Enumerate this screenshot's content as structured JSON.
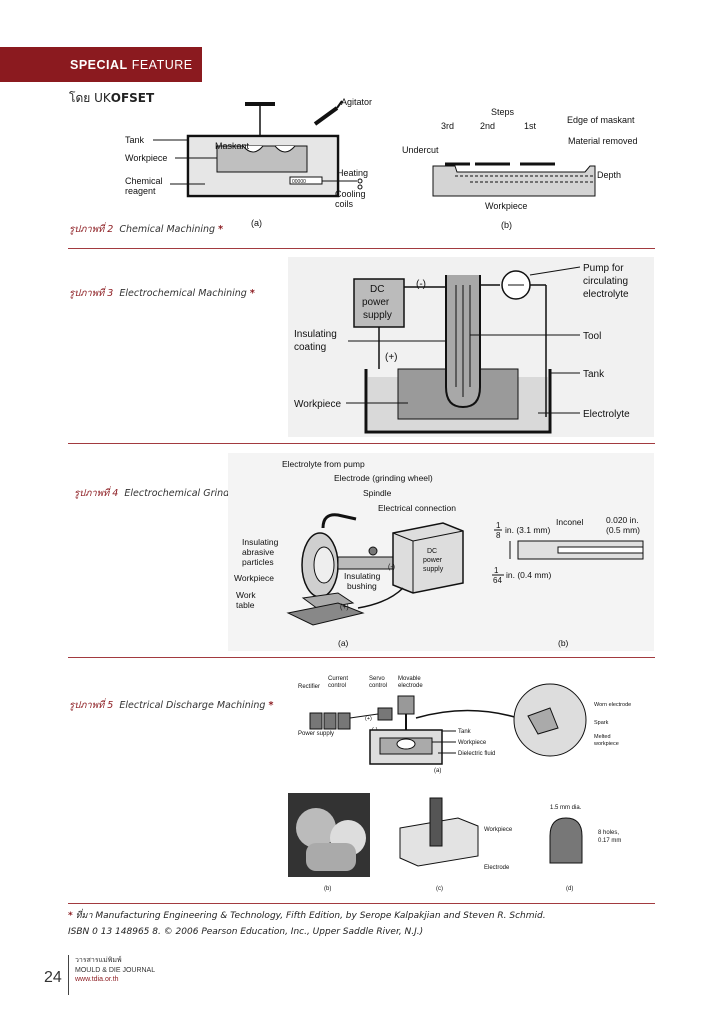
{
  "header": {
    "section_bold": "SPECIAL",
    "section_rest": "FEATURE"
  },
  "author": {
    "prefix": "โดย",
    "name_a": "UK",
    "name_b": "OFSET"
  },
  "fig2": {
    "caption_th": "รูปภาพที่ 2",
    "caption_en": "Chemical Machining",
    "star": "*",
    "labels": {
      "agitator": "Agitator",
      "tank": "Tank",
      "maskant": "Maskant",
      "workpiece": "Workpiece",
      "chemical": "Chemical",
      "reagent": "reagent",
      "heating": "Heating",
      "cooling": "Cooling",
      "coils": "coils",
      "a": "(a)",
      "steps": "Steps",
      "s3": "3rd",
      "s2": "2nd",
      "s1": "1st",
      "edge": "Edge of maskant",
      "undercut": "Undercut",
      "removed": "Material removed",
      "depth": "Depth",
      "workpiece_b": "Workpiece",
      "b": "(b)"
    }
  },
  "fig3": {
    "caption_th": "รูปภาพที่ 3",
    "caption_en": "Electrochemical Machining",
    "star": "*",
    "labels": {
      "dc1": "DC",
      "dc2": "power",
      "dc3": "supply",
      "minus": "(-)",
      "plus": "(+)",
      "pump1": "Pump for",
      "pump2": "circulating",
      "pump3": "electrolyte",
      "ins1": "Insulating",
      "ins2": "coating",
      "tool": "Tool",
      "tank": "Tank",
      "workpiece": "Workpiece",
      "electrolyte": "Electrolyte"
    }
  },
  "fig4": {
    "caption_th": "รูปภาพที่ 4",
    "caption_en": "Electrochemical Grinding",
    "star": "*",
    "labels": {
      "efp": "Electrolyte from pump",
      "electrode": "Electrode (grinding wheel)",
      "spindle": "Spindle",
      "econn": "Electrical connection",
      "ia1": "Insulating",
      "ia2": "abrasive",
      "ia3": "particles",
      "workpiece": "Workpiece",
      "wt1": "Work",
      "wt2": "table",
      "ib1": "Insulating",
      "ib2": "bushing",
      "dc1": "DC",
      "dc2": "power",
      "dc3": "supply",
      "minus": "(-)",
      "plus": "(+)",
      "a": "(a)",
      "inconel": "Inconel",
      "in1": "0.020 in.",
      "in2": "(0.5 mm)",
      "frac1": "in. (3.1 mm)",
      "frac2": "in. (0.4 mm)",
      "one": "1",
      "eight": "8",
      "sixtyfour": "64",
      "b": "(b)"
    }
  },
  "fig5": {
    "caption_th": "รูปภาพที่ 5",
    "caption_en": "Electrical Discharge Machining",
    "star": "*",
    "labels": {
      "rect": "Rectifier",
      "cc1": "Current",
      "cc2": "control",
      "sc1": "Servo",
      "sc2": "control",
      "me1": "Movable",
      "me2": "electrode",
      "ps": "Power supply",
      "tank": "Tank",
      "workpiece": "Workpiece",
      "df": "Dielectric fluid",
      "worn": "Worn electrode",
      "spark": "Spark",
      "mw1": "Melted",
      "mw2": "workpiece",
      "a": "(a)",
      "b": "(b)",
      "c": "(c)",
      "d": "(d)",
      "workpiece_c": "Workpiece",
      "electrode_c": "Electrode",
      "dia": "1.5 mm dia.",
      "holes1": "8 holes,",
      "holes2": "0.17 mm",
      "minus": "(-)",
      "plus": "(+)"
    }
  },
  "footnote": {
    "star": "*",
    "line1": "ที่มา Manufacturing Engineering & Technology, Fifth Edition, by Serope Kalpakjian and Steven R. Schmid.",
    "line2": "ISBN 0 13 148965 8. © 2006 Pearson Education, Inc., Upper Saddle River, N.J.)"
  },
  "footer": {
    "page": "24",
    "journal_th": "วารสารแม่พิมพ์",
    "journal_en": "MOULD & DIE JOURNAL",
    "url": "www.tdia.or.th"
  },
  "colors": {
    "accent": "#8b1a1f"
  }
}
